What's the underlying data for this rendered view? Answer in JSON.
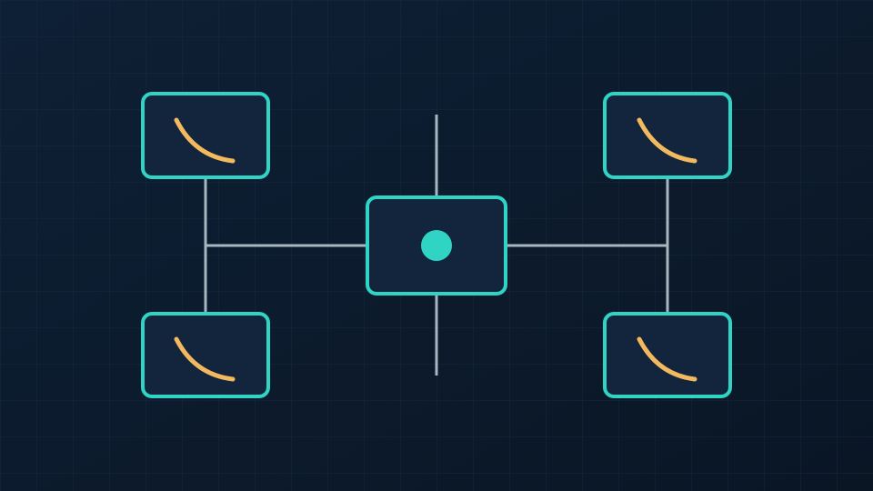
{
  "colors": {
    "background_top": "#0e2036",
    "background_bottom": "#0a1624",
    "grid": "#16293e",
    "connector": "#a8b6c2",
    "node_border": "#2fd4c4",
    "node_fill": "#13243d",
    "curve": "#f2b95e",
    "dot": "#2fd4c4"
  },
  "diagram": {
    "center_node": {
      "icon": "dot-icon"
    },
    "leaf_nodes": [
      {
        "id": "top-left",
        "icon": "curve-icon"
      },
      {
        "id": "bottom-left",
        "icon": "curve-icon"
      },
      {
        "id": "top-right",
        "icon": "curve-icon"
      },
      {
        "id": "bottom-right",
        "icon": "curve-icon"
      }
    ]
  }
}
